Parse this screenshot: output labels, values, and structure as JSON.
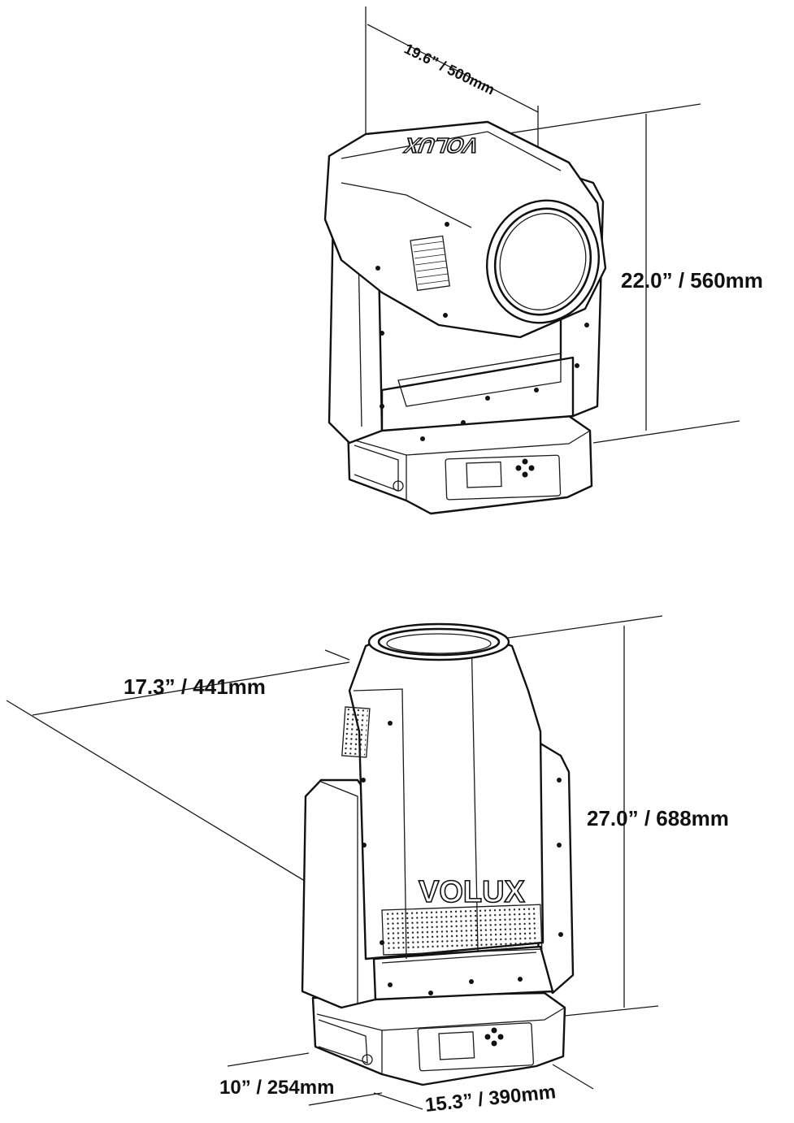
{
  "view_top": {
    "depth_label": "19.6” / 500mm",
    "height_label": "22.0” / 560mm",
    "logo_text": "VOLUX"
  },
  "view_bottom": {
    "width_label": "17.3” / 441mm",
    "height_label": "27.0” / 688mm",
    "base_depth_label": "10” / 254mm",
    "base_width_label": "15.3” / 390mm",
    "logo_text": "VOLUX"
  }
}
